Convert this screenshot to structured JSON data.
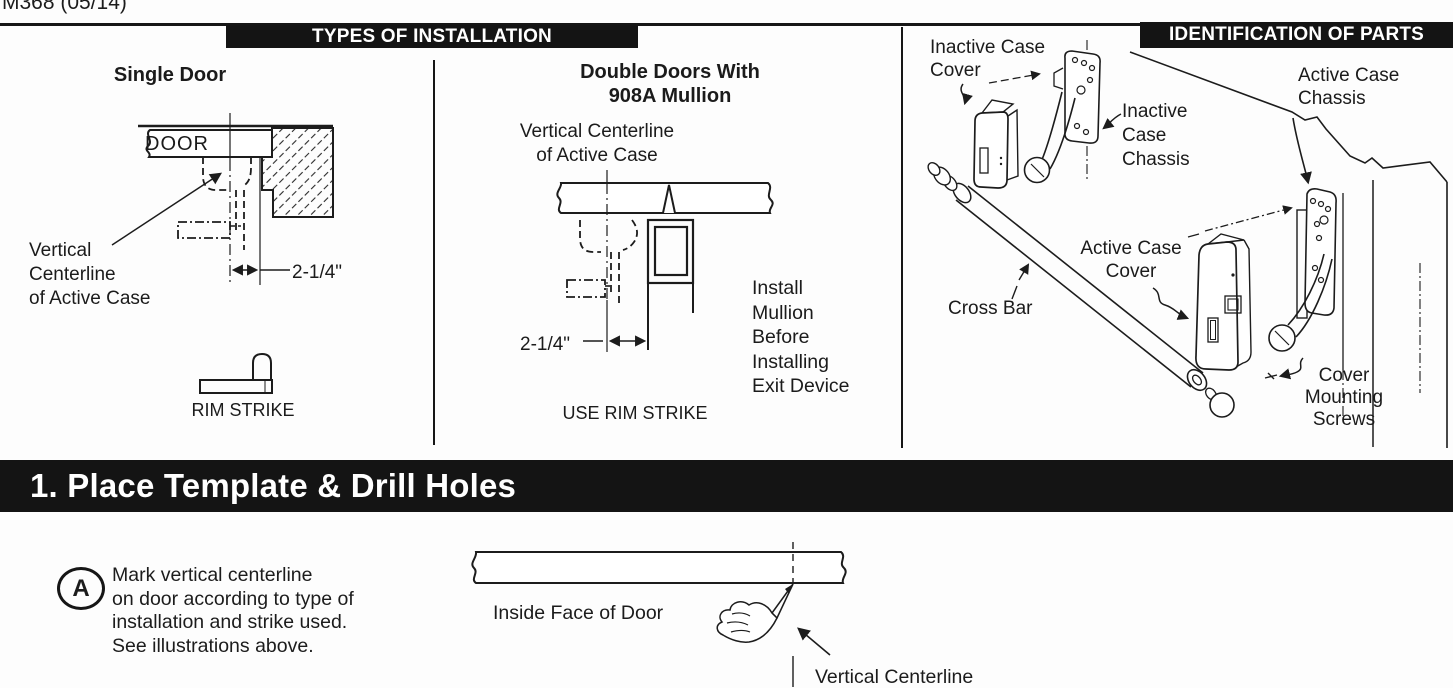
{
  "page": {
    "doc_code": "M368 (05/14)"
  },
  "types_of_installation": {
    "header": "TYPES OF INSTALLATION",
    "single_door": {
      "title": "Single Door",
      "door_label": "DOOR",
      "centerline_lines": [
        "Vertical",
        "Centerline",
        "of Active Case"
      ],
      "dimension": "2-1/4\"",
      "strike_caption": "RIM STRIKE"
    },
    "double_doors": {
      "title_lines": [
        "Double Doors With",
        "908A Mullion"
      ],
      "centerline_lines": [
        "Vertical Centerline",
        "of Active Case"
      ],
      "dimension": "2-1/4\"",
      "mullion_note_lines": [
        "Install",
        "Mullion",
        "Before",
        "Installing",
        "Exit Device"
      ],
      "strike_caption": "USE RIM STRIKE"
    }
  },
  "identification_of_parts": {
    "header": "IDENTIFICATION OF PARTS",
    "labels": {
      "inactive_case_cover": [
        "Inactive Case",
        "Cover"
      ],
      "inactive_case_chassis": [
        "Inactive",
        "Case",
        "Chassis"
      ],
      "active_case_chassis": [
        "Active Case",
        "Chassis"
      ],
      "active_case_cover": [
        "Active Case",
        "Cover"
      ],
      "cross_bar": "Cross Bar",
      "cover_mounting_screws": [
        "Cover",
        "Mounting",
        "Screws"
      ]
    }
  },
  "step_1": {
    "header": "1. Place Template & Drill Holes",
    "step_a": {
      "badge": "A",
      "text_lines": [
        "Mark vertical centerline",
        "on door according to type of",
        "installation and strike used.",
        "See illustrations above."
      ]
    },
    "diagram": {
      "inside_face_label": "Inside Face of Door",
      "vertical_centerline_label": "Vertical Centerline"
    }
  }
}
